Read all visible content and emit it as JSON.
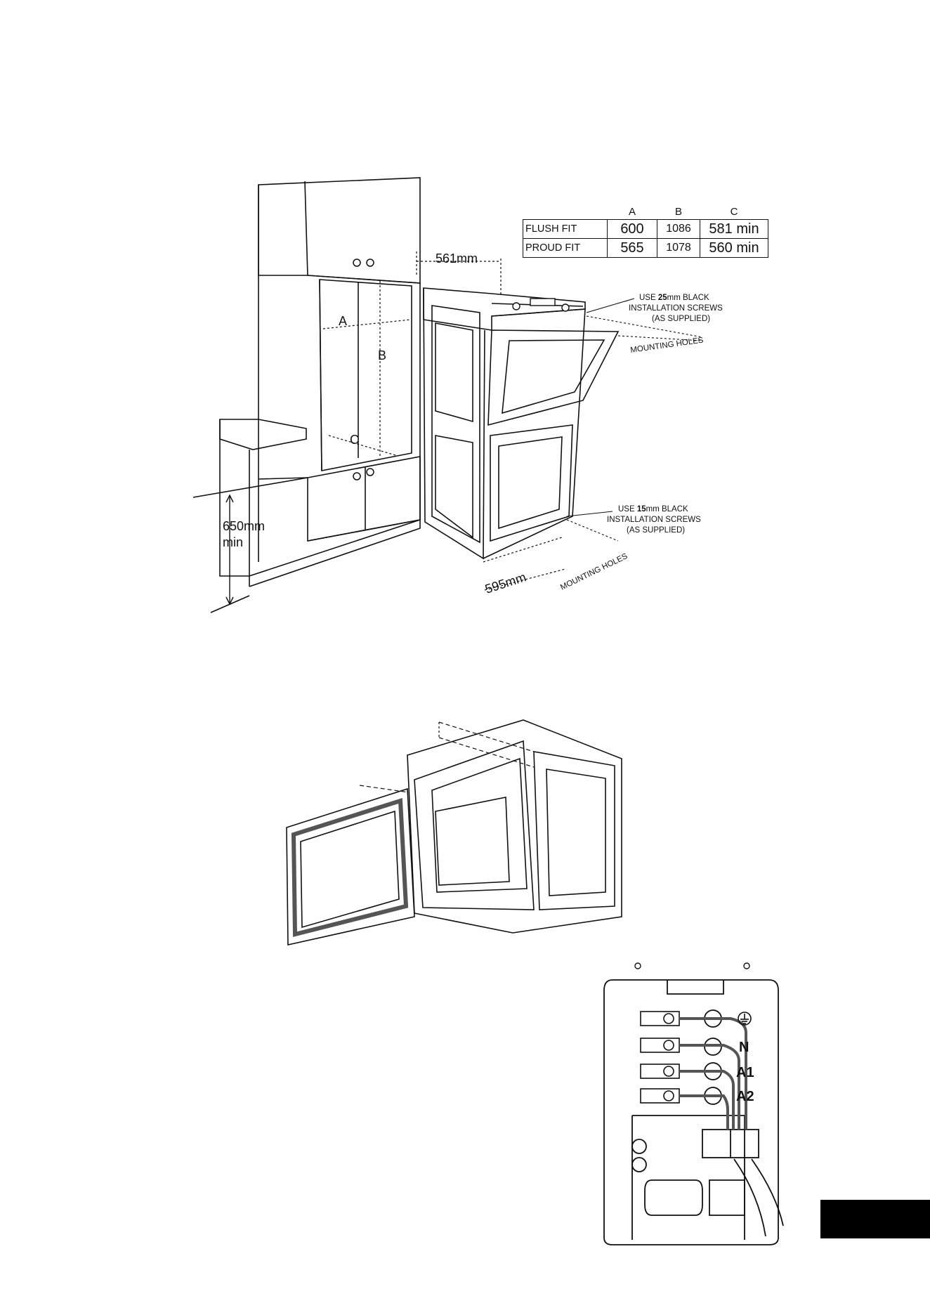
{
  "fit_table": {
    "headers": [
      "A",
      "B",
      "C"
    ],
    "rows": [
      {
        "label": "FLUSH FIT",
        "a": "600",
        "b": "1086",
        "c": "581 min"
      },
      {
        "label": "PROUD FIT",
        "a": "565",
        "b": "1078",
        "c": "560 min"
      }
    ]
  },
  "dims": {
    "depth": "561mm",
    "width": "595mm",
    "height_line1": "650mm",
    "height_line2": "min",
    "label_a": "A",
    "label_b": "B",
    "label_c": "C"
  },
  "notes": {
    "top_screw_pre": "USE ",
    "top_screw_bold": "25",
    "top_screw_post": "mm BLACK",
    "top_screw_line2": "INSTALLATION SCREWS",
    "top_screw_line3": "(AS SUPPLIED)",
    "top_holes": "MOUNTING HOLES",
    "bottom_screw_pre": "USE ",
    "bottom_screw_bold": "15",
    "bottom_screw_post": "mm BLACK",
    "bottom_screw_line2": "INSTALLATION SCREWS",
    "bottom_screw_line3": "(AS SUPPLIED)",
    "bottom_holes": "MOUNTING HOLES"
  },
  "terminal": {
    "earth_symbol": "earth-icon",
    "n": "N",
    "a1": "A1",
    "a2": "A2"
  },
  "colors": {
    "line": "#111111",
    "tab": "#000000"
  }
}
